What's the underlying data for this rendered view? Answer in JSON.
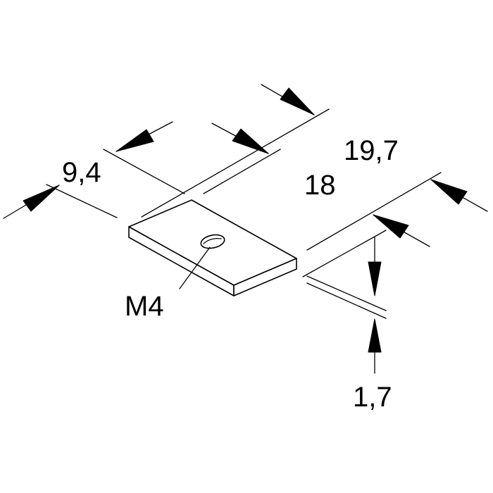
{
  "dimensions": {
    "width_small": "9,4",
    "length_inner": "18",
    "length_outer": "19,7",
    "thickness": "1,7"
  },
  "hole": {
    "thread": "M4"
  }
}
